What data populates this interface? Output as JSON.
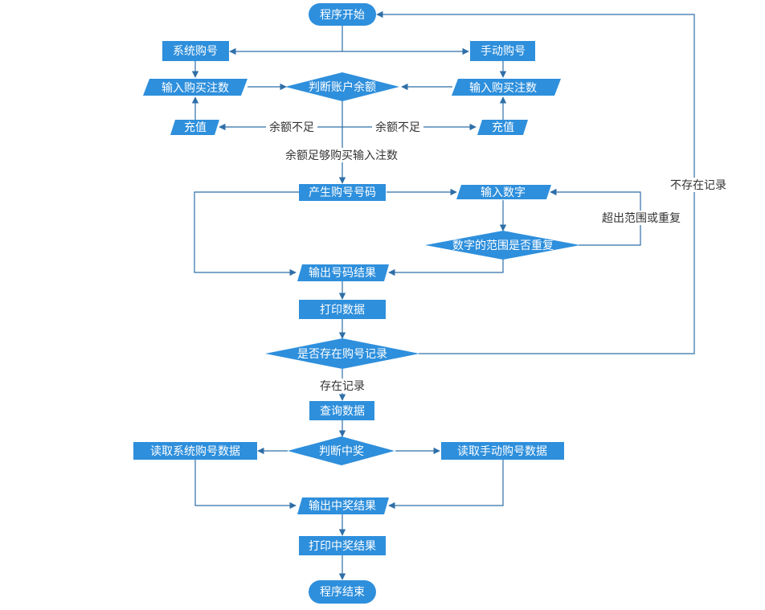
{
  "diagram": {
    "nodes": {
      "start": "程序开始",
      "system_buy": "系统购号",
      "manual_buy": "手动购号",
      "input_count_left": "输入购买注数",
      "input_count_right": "输入购买注数",
      "check_balance": "判断账户余额",
      "recharge_left": "充值",
      "recharge_right": "充值",
      "generate_number": "产生购号号码",
      "input_number": "输入数字",
      "check_range": "数字的范围是否重复",
      "output_number": "输出号码结果",
      "print_data": "打印数据",
      "has_record": "是否存在购号记录",
      "query_data": "查询数据",
      "check_win": "判断中奖",
      "read_system": "读取系统购号数据",
      "read_manual": "读取手动购号数据",
      "output_win": "输出中奖结果",
      "print_win": "打印中奖结果",
      "end": "程序结束"
    },
    "edge_labels": {
      "insufficient_left": "余额不足",
      "insufficient_right": "余额不足",
      "sufficient": "余额足够购买输入注数",
      "out_of_range": "超出范围或重复",
      "no_record": "不存在记录",
      "record_exists": "存在记录"
    },
    "colors": {
      "node_fill": "#2e8fdc",
      "edge": "#2f6fa8",
      "node_text": "#ffffff",
      "edge_text": "#333333"
    }
  }
}
